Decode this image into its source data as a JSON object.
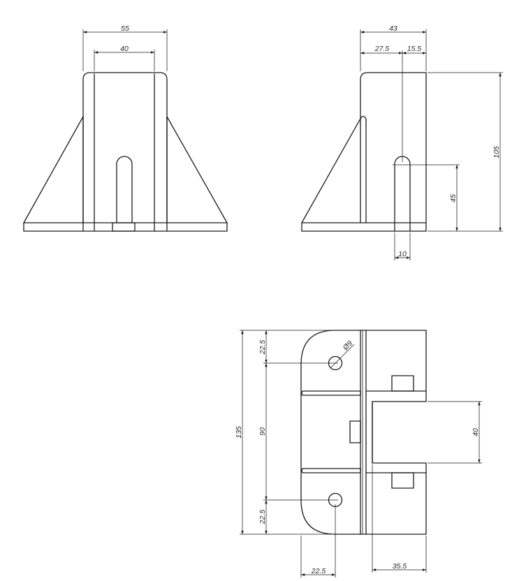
{
  "front_view": {
    "dimensions": {
      "overall_width": "55",
      "inner_width": "40"
    }
  },
  "side_view": {
    "dimensions": {
      "overall_depth": "43",
      "depth_to_slot": "27.5",
      "slot_to_back": "15.5",
      "height": "105",
      "slot_height": "45",
      "slot_width": "10"
    }
  },
  "top_view": {
    "dimensions": {
      "hole_diameter": "Ø9",
      "overall_length": "135",
      "hole_spacing": "90",
      "hole_offset_top": "22.5",
      "hole_offset_bottom": "22.5",
      "bracket_width": "40",
      "hole_from_left": "22.5",
      "bracket_depth": "35.5"
    }
  }
}
